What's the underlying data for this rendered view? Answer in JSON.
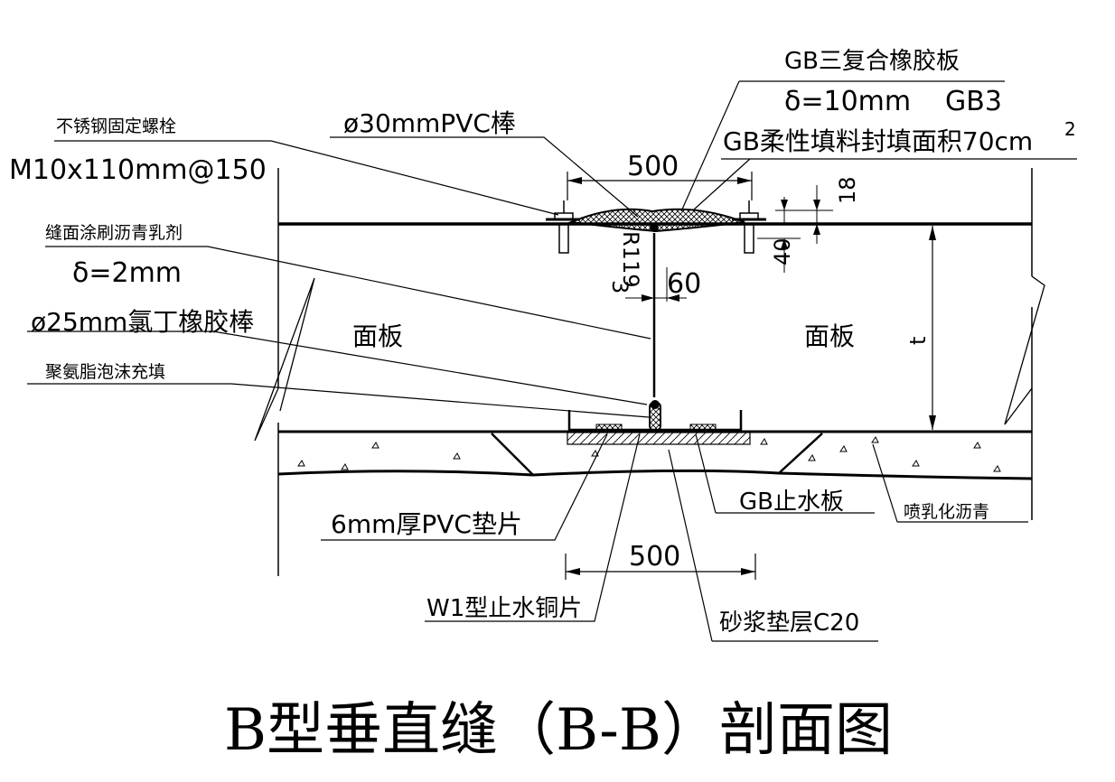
{
  "title": "B型垂直缝（B-B）剖面图",
  "labels": {
    "bolt_name": "不锈钢固定螺栓",
    "bolt_spec": "M10x110mm@150",
    "pvc_rod": "ø30mmPVC棒",
    "rubber_plate": "GB三复合橡胶板",
    "rubber_thickness": "δ=10mm",
    "gb3": "GB3",
    "filler": "GB柔性填料封填面积70cm",
    "filler_sup": "2",
    "asphalt_coat": "缝面涂刷沥青乳剂",
    "asphalt_thickness": "δ=2mm",
    "cr_rod": "ø25mm氯丁橡胶棒",
    "foam": "聚氨脂泡沫充填",
    "panel_left": "面板",
    "panel_right": "面板",
    "pvc_pad": "6mm厚PVC垫片",
    "gb_waterstop": "GB止水板",
    "emulsified_asphalt": "喷乳化沥青",
    "copper_waterstop": "W1型止水铜片",
    "mortar": "砂浆垫层C20"
  },
  "dimensions": {
    "top_width": "500",
    "bottom_width": "500",
    "height_18": "18",
    "height_40": "40",
    "radius": "R119",
    "radius_digit": "3",
    "gap_60": "60",
    "thickness_t": "t"
  },
  "colors": {
    "line": "#000000",
    "background": "#ffffff"
  }
}
